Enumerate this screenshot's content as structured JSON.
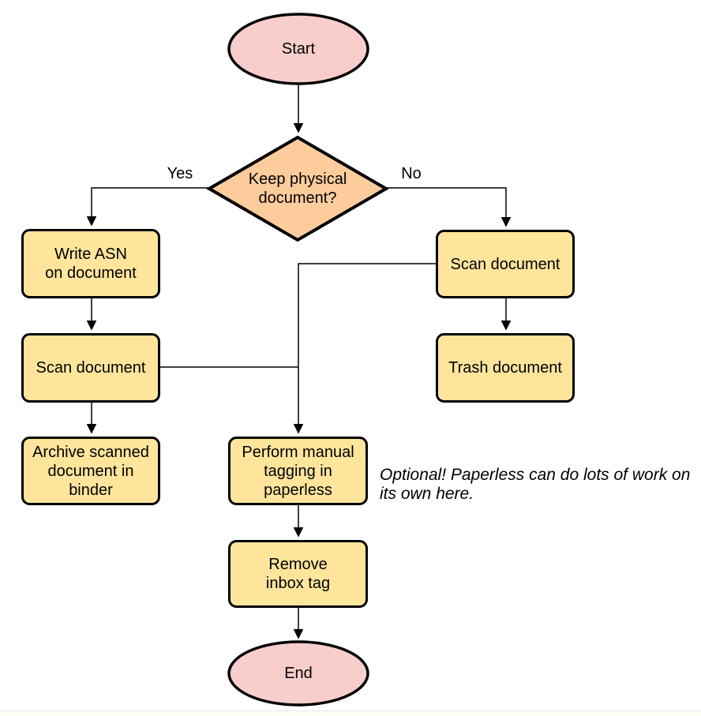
{
  "colors": {
    "terminator_fill": "#f8cecc",
    "decision_fill": "#fdcc9c",
    "process_fill": "#ffe59c",
    "stroke": "#000000",
    "connector": "#000000"
  },
  "nodes": {
    "start": {
      "type": "terminator",
      "label": "Start"
    },
    "decision": {
      "type": "decision",
      "label": "Keep physical\ndocument?"
    },
    "write_asn": {
      "type": "process",
      "label": "Write ASN\non document"
    },
    "scan_left": {
      "type": "process",
      "label": "Scan document"
    },
    "archive": {
      "type": "process",
      "label": "Archive scanned\ndocument in\nbinder"
    },
    "scan_right": {
      "type": "process",
      "label": "Scan document"
    },
    "trash": {
      "type": "process",
      "label": "Trash document"
    },
    "tagging": {
      "type": "process",
      "label": "Perform manual\ntagging in\npaperless"
    },
    "remove_inbox": {
      "type": "process",
      "label": "Remove\ninbox tag"
    },
    "end": {
      "type": "terminator",
      "label": "End"
    }
  },
  "edge_labels": {
    "yes": "Yes",
    "no": "No"
  },
  "annotation": {
    "text": "Optional! Paperless can do lots of work on\nits own here."
  }
}
